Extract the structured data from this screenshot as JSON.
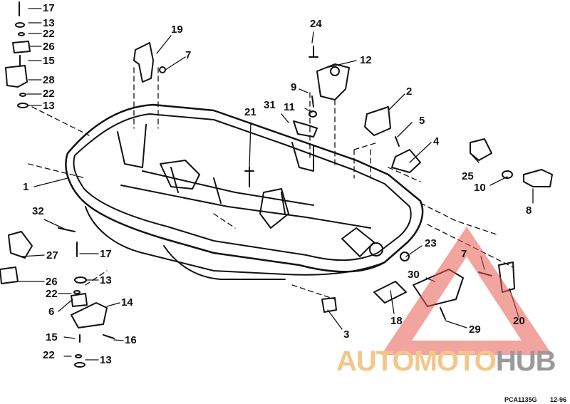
{
  "callouts": {
    "n1": "1",
    "n2": "2",
    "n3": "3",
    "n4": "4",
    "n5": "5",
    "n6": "6",
    "n7a": "7",
    "n7b": "7",
    "n8": "8",
    "n9": "9",
    "n10": "10",
    "n11": "11",
    "n12": "12",
    "n13a": "13",
    "n13b": "13",
    "n13c": "13",
    "n13d": "13",
    "n14": "14",
    "n15a": "15",
    "n15b": "15",
    "n16": "16",
    "n17a": "17",
    "n17b": "17",
    "n18": "18",
    "n19": "19",
    "n20": "20",
    "n21": "21",
    "n22a": "22",
    "n22b": "22",
    "n22c": "22",
    "n22d": "22",
    "n23": "23",
    "n24": "24",
    "n25": "25",
    "n26a": "26",
    "n26b": "26",
    "n27": "27",
    "n28": "28",
    "n29": "29",
    "n30": "30",
    "n31": "31",
    "n32": "32"
  },
  "footer": {
    "code": "PCA1135G",
    "date": "12-96"
  },
  "watermark": {
    "part1": "AUTO",
    "part2": "MOTO",
    "part3": "HUB"
  },
  "colors": {
    "ink": "#111111",
    "watermark_red": "#e85a4f",
    "watermark_orange": "#f3c78a",
    "watermark_gray": "#9a9a9a"
  }
}
